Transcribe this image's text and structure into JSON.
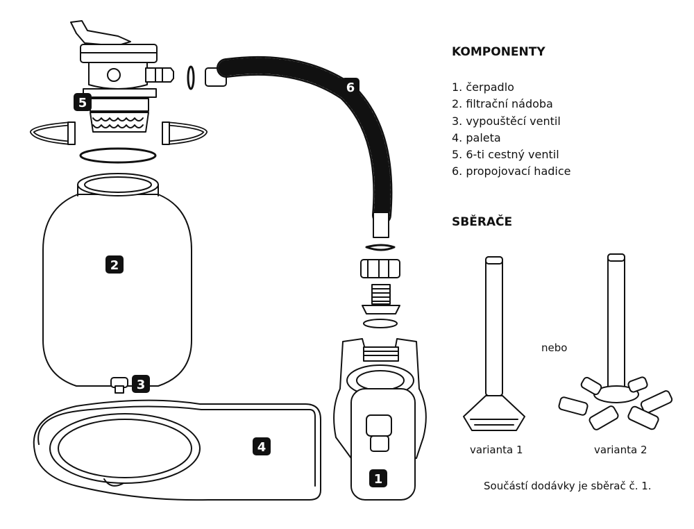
{
  "components": {
    "title": "KOMPONENTY",
    "items": [
      "1. čerpadlo",
      "2. filtrační nádoba",
      "3. vypouštěcí ventil",
      "4. paleta",
      "5. 6-ti cestný ventil",
      "6. propojovací hadice"
    ]
  },
  "collectors": {
    "title": "SBĚRAČE",
    "or_label": "nebo",
    "variant1": "varianta 1",
    "variant2": "varianta 2",
    "note": "Součástí dodávky je sběrač č. 1."
  },
  "badges": {
    "pump": "1",
    "tank": "2",
    "drain": "3",
    "pallet": "4",
    "valve": "5",
    "hose": "6"
  }
}
